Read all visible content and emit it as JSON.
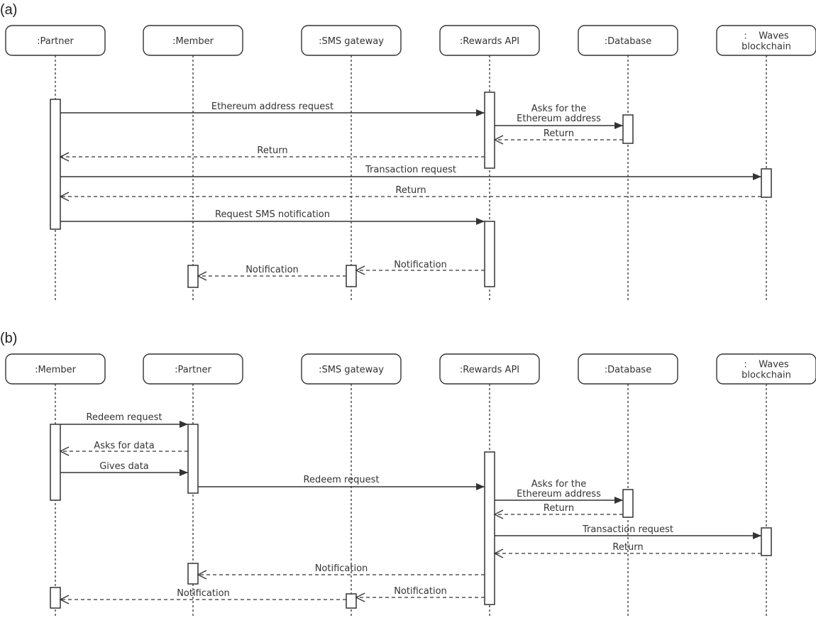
{
  "diagram": {
    "type": "uml-sequence",
    "panels": [
      {
        "id": "a",
        "label": "(a)",
        "participants": [
          {
            "id": "partner",
            "lines": [
              ":Partner"
            ]
          },
          {
            "id": "member",
            "lines": [
              ":Member"
            ]
          },
          {
            "id": "sms",
            "lines": [
              ":SMS gateway"
            ]
          },
          {
            "id": "api",
            "lines": [
              ":Rewards API"
            ]
          },
          {
            "id": "db",
            "lines": [
              ":Database"
            ]
          },
          {
            "id": "waves",
            "lines": [
              ":    Waves",
              "blockchain"
            ]
          }
        ],
        "messages": [
          {
            "from": "partner",
            "to": "api",
            "kind": "sync",
            "lines": [
              "Ethereum address request"
            ]
          },
          {
            "from": "api",
            "to": "db",
            "kind": "sync",
            "lines": [
              "Asks for the",
              "Ethereum address"
            ]
          },
          {
            "from": "db",
            "to": "api",
            "kind": "reply",
            "lines": [
              "Return"
            ]
          },
          {
            "from": "api",
            "to": "partner",
            "kind": "reply",
            "lines": [
              "Return"
            ]
          },
          {
            "from": "partner",
            "to": "waves",
            "kind": "sync",
            "lines": [
              "Transaction request"
            ]
          },
          {
            "from": "waves",
            "to": "partner",
            "kind": "reply",
            "lines": [
              "Return"
            ]
          },
          {
            "from": "partner",
            "to": "api",
            "kind": "sync",
            "lines": [
              "Request SMS notification"
            ]
          },
          {
            "from": "api",
            "to": "sms",
            "kind": "reply",
            "lines": [
              "Notification"
            ]
          },
          {
            "from": "sms",
            "to": "member",
            "kind": "reply",
            "lines": [
              "Notification"
            ]
          }
        ]
      },
      {
        "id": "b",
        "label": "(b)",
        "participants": [
          {
            "id": "member",
            "lines": [
              ":Member"
            ]
          },
          {
            "id": "partner",
            "lines": [
              ":Partner"
            ]
          },
          {
            "id": "sms",
            "lines": [
              ":SMS gateway"
            ]
          },
          {
            "id": "api",
            "lines": [
              ":Rewards API"
            ]
          },
          {
            "id": "db",
            "lines": [
              ":Database"
            ]
          },
          {
            "id": "waves",
            "lines": [
              ":    Waves",
              "blockchain"
            ]
          }
        ],
        "messages": [
          {
            "from": "member",
            "to": "partner",
            "kind": "sync",
            "lines": [
              "Redeem request"
            ]
          },
          {
            "from": "partner",
            "to": "member",
            "kind": "reply",
            "lines": [
              "Asks for data"
            ]
          },
          {
            "from": "member",
            "to": "partner",
            "kind": "sync",
            "lines": [
              "Gives data"
            ]
          },
          {
            "from": "partner",
            "to": "api",
            "kind": "sync",
            "lines": [
              "Redeem request"
            ]
          },
          {
            "from": "api",
            "to": "db",
            "kind": "sync",
            "lines": [
              "Asks for the",
              "Ethereum address"
            ]
          },
          {
            "from": "db",
            "to": "api",
            "kind": "reply",
            "lines": [
              "Return"
            ]
          },
          {
            "from": "api",
            "to": "waves",
            "kind": "sync",
            "lines": [
              "Transaction request"
            ]
          },
          {
            "from": "waves",
            "to": "api",
            "kind": "reply",
            "lines": [
              "Return"
            ]
          },
          {
            "from": "api",
            "to": "partner",
            "kind": "reply",
            "lines": [
              "Notification"
            ]
          },
          {
            "from": "api",
            "to": "sms",
            "kind": "reply",
            "lines": [
              "Notification"
            ]
          },
          {
            "from": "sms",
            "to": "member",
            "kind": "reply",
            "lines": [
              "Notification"
            ]
          }
        ]
      }
    ]
  }
}
